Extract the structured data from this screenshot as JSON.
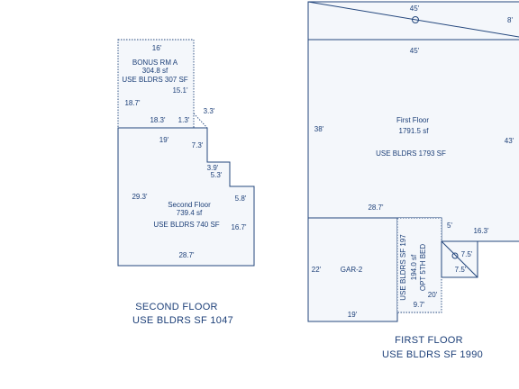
{
  "second_floor": {
    "caption_line1": "SECOND FLOOR",
    "caption_line2": "USE BLDRS SF 1047",
    "bonus": {
      "dim_top": "16'",
      "name": "BONUS RM A",
      "area": "304.8 sf",
      "use": "USE BLDRS 307 SF",
      "dim_right": "15.1'",
      "dim_left": "18.7'",
      "dim_bottom": "18.3'",
      "dim_jog": "1.3'",
      "dim_diag": "3.3'"
    },
    "main": {
      "dim_top": "19'",
      "dim_notch_top": "7.3'",
      "dim_step_a": "3.9'",
      "dim_step_b": "5.3'",
      "dim_left": "29.3'",
      "dim_right_small": "5.8'",
      "name": "Second Floor",
      "area": "739.4 sf",
      "use": "USE BLDRS 740 SF",
      "dim_right": "16.7'",
      "dim_bottom": "28.7'"
    }
  },
  "first_floor": {
    "caption_line1": "FIRST FLOOR",
    "caption_line2": "USE BLDRS SF 1990",
    "porch": {
      "dim_top": "45'",
      "dim_right": "8'"
    },
    "main": {
      "dim_top": "45'",
      "dim_left": "38'",
      "name": "First Floor",
      "area": "1791.5 sf",
      "use": "USE BLDRS 1793 SF",
      "dim_right": "43'",
      "dim_inner": "28.7'",
      "dim_step_v": "5'",
      "dim_step_h": "16.3'"
    },
    "garage": {
      "dim_left": "22'",
      "name": "GAR-2",
      "dim_bottom": "19'"
    },
    "opt_bed": {
      "use": "USE BLDRS SF 197",
      "area": "194.0 sf",
      "name": "OPT 5TH BED",
      "dim_right": "20'",
      "dim_bottom": "9.7'"
    },
    "small_room": {
      "dim_a": "7.5'",
      "dim_b": "7.5'"
    }
  }
}
